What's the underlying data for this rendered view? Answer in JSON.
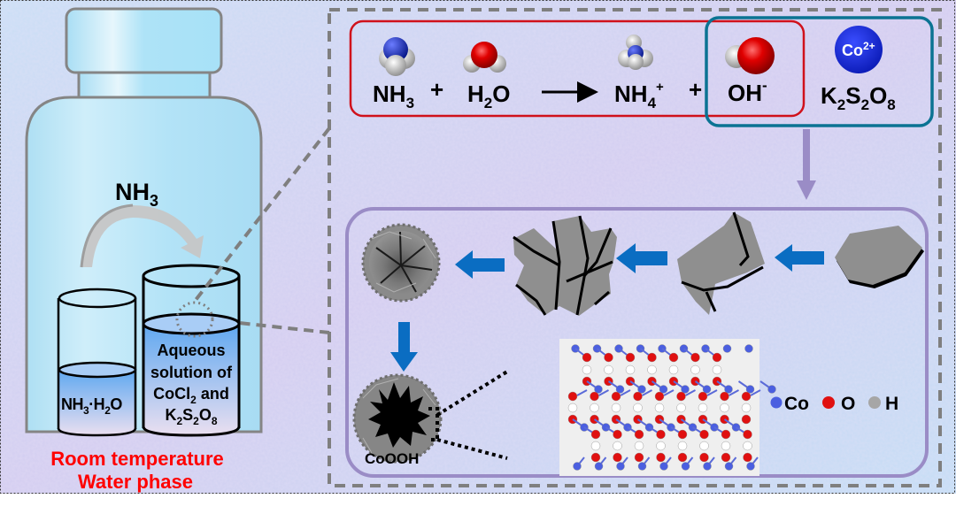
{
  "colors": {
    "background_a": "#c6dcf4",
    "background_b": "#d9c9ec",
    "bottle_fill": "#b3e3f7",
    "bottle_stroke": "#858585",
    "dashed_gray": "#7f7f7f",
    "red_box": "#d0111b",
    "teal_box": "#0b7393",
    "purple_box": "#9a8cc6",
    "blue_arrow": "#0a6dc2",
    "label_red": "#ff0000",
    "co_blue": "#4b5fe0",
    "o_red": "#e01010",
    "h_gray": "#a6a6a6",
    "plate_gray": "#8f8f8f"
  },
  "left_panel": {
    "arrow_label": {
      "main": "NH",
      "sub": "3"
    },
    "small_beaker_label": {
      "p1": "NH",
      "s1": "3",
      "p2": "·H",
      "s2": "2",
      "p3": "O"
    },
    "large_beaker_label": {
      "line1": "Aqueous",
      "line2": "solution of",
      "line3": {
        "p1": "CoCl",
        "s1": "2",
        "p2": " and"
      },
      "line4": {
        "p1": "K",
        "s1": "2",
        "p2": "S",
        "s2": "2",
        "p3": "O",
        "s3": "8"
      }
    },
    "caption_line1": "Room temperature",
    "caption_line2": "Water phase"
  },
  "reaction": {
    "nh3": {
      "main": "NH",
      "sub": "3"
    },
    "plus": "+",
    "h2o": {
      "p1": "H",
      "s1": "2",
      "p2": "O"
    },
    "nh4": {
      "main": "NH",
      "sub": "4",
      "sup": "+"
    },
    "oh": {
      "main": "OH",
      "sup": "-"
    },
    "co_ion": {
      "main": "Co",
      "sup": "2+"
    },
    "k2s2o8": {
      "p1": "K",
      "s1": "2",
      "p2": "S",
      "s2": "2",
      "p3": "O",
      "s3": "8"
    }
  },
  "growth": {
    "product_label": "CoOOH",
    "stages": [
      "hexagonal-plate",
      "cracked-plate",
      "fragmented-plates",
      "flower-sphere",
      "cooh-sphere"
    ]
  },
  "legend": {
    "items": [
      {
        "label": "Co",
        "color": "#4b5fe0"
      },
      {
        "label": "O",
        "color": "#e01010"
      },
      {
        "label": "H",
        "color": "#a6a6a6"
      }
    ]
  }
}
